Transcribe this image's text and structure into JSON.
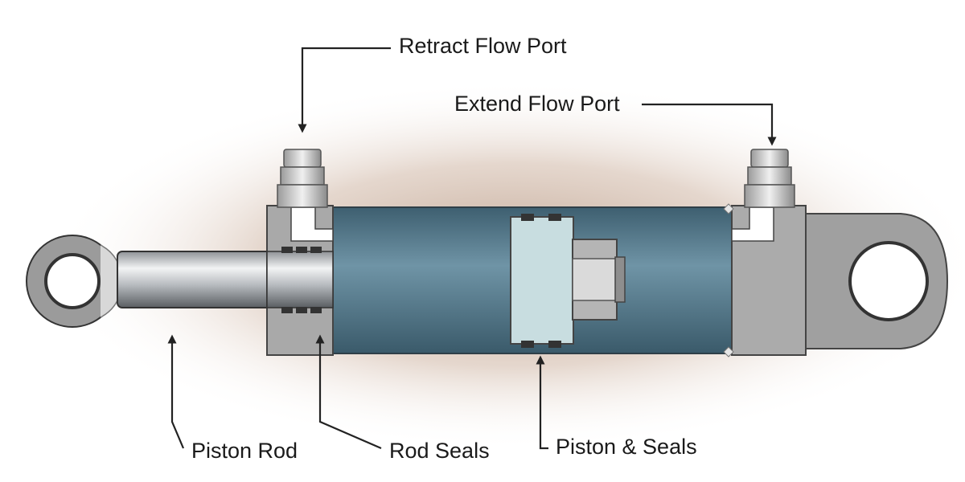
{
  "diagram": {
    "labels": {
      "retract_flow_port": "Retract Flow Port",
      "extend_flow_port": "Extend Flow Port",
      "piston_rod": "Piston Rod",
      "rod_seals": "Rod Seals",
      "piston_and_seals": "Piston & Seals"
    },
    "colors": {
      "barrel": "#4f7486",
      "end_cap": "#a8a8a8",
      "rod": "#b8bcc0",
      "piston": "#c8dde0",
      "seal": "#333333",
      "glow": "#8a5a3a"
    }
  }
}
